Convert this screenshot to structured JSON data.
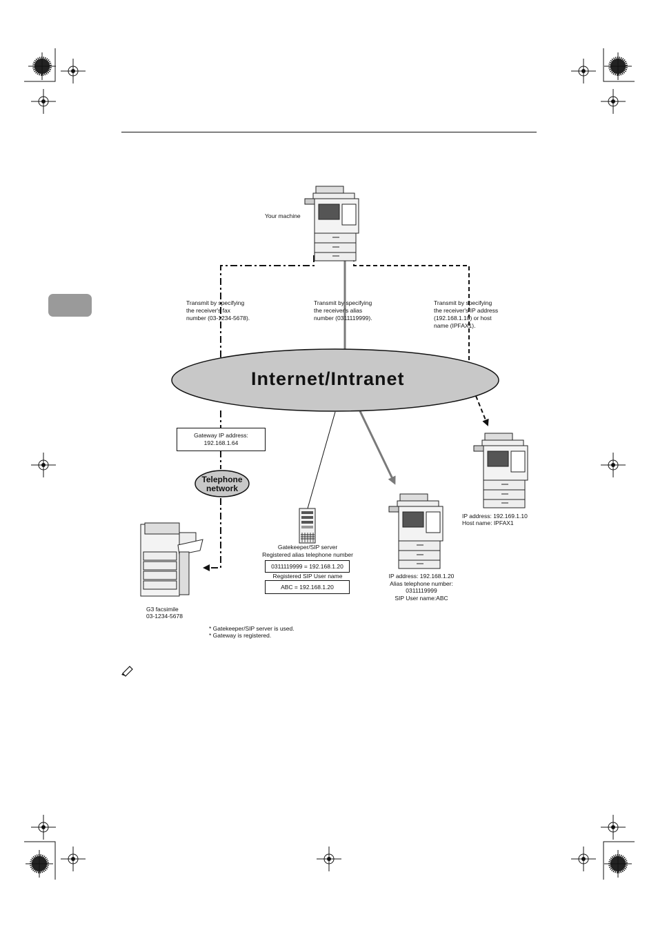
{
  "diagram": {
    "your_machine": "Your machine",
    "transmit_fax": [
      "Transmit by specifying",
      "the receiver's fax",
      "number (03-1234-5678)."
    ],
    "transmit_alias": [
      "Transmit by specifying",
      "the receiver's alias",
      "number (0311119999)."
    ],
    "transmit_ip": [
      "Transmit by specifying",
      "the receiver's IP address",
      "(192.168.1.10) or host",
      "name (IPFAX1)."
    ],
    "network_name": "Internet/Intranet",
    "gateway_box": [
      "Gateway IP address:",
      "192.168.1.64"
    ],
    "telephone_network": [
      "Telephone",
      "network"
    ],
    "gatekeeper_title": [
      "Gatekeeper/SIP server",
      "Registered alias telephone number"
    ],
    "alias_mapping": "0311119999 = 192.168.1.20",
    "registered_sip_label": "Registered SIP User name",
    "sip_mapping": "ABC = 192.168.1.20",
    "g3_label": [
      "G3 facsimile",
      "03-1234-5678"
    ],
    "machine_center_label": [
      "IP address: 192.168.1.20",
      "Alias telephone number:",
      "0311119999",
      "SIP User name:ABC"
    ],
    "machine_right_label": [
      "IP address: 192.169.1.10",
      "Host name: IPFAX1"
    ],
    "footnotes": [
      "* Gatekeeper/SIP server is used.",
      "* Gateway is registered."
    ]
  },
  "colors": {
    "ellipse_fill": "#c8c8c8",
    "arrow_gray": "#7a7a7a",
    "tab_gray": "#9a9a9a"
  },
  "icons": [
    "registration-mark-icon",
    "starburst-registration-icon",
    "copier-icon",
    "fax-machine-icon",
    "server-tower-icon",
    "note-pencil-icon"
  ]
}
